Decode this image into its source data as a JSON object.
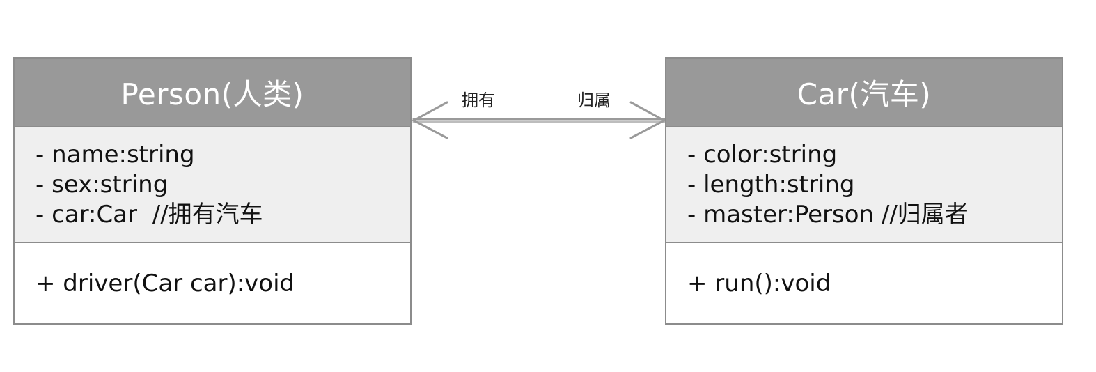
{
  "classes": {
    "person": {
      "title": "Person(人类)",
      "attributes": [
        "- name:string",
        "- sex:string",
        "- car:Car  //拥有汽车"
      ],
      "methods": [
        "+ driver(Car car):void"
      ]
    },
    "car": {
      "title": "Car(汽车)",
      "attributes": [
        "- color:string",
        "- length:string",
        "- master:Person //归属者"
      ],
      "methods": [
        "+ run():void"
      ]
    }
  },
  "association": {
    "left_label": "拥有",
    "right_label": "归属",
    "type": "bidirectional-association"
  },
  "colors": {
    "header_bg": "#999999",
    "attrs_bg": "#efefef",
    "border": "#8c8c8c",
    "arrow": "#9a9a9a"
  }
}
